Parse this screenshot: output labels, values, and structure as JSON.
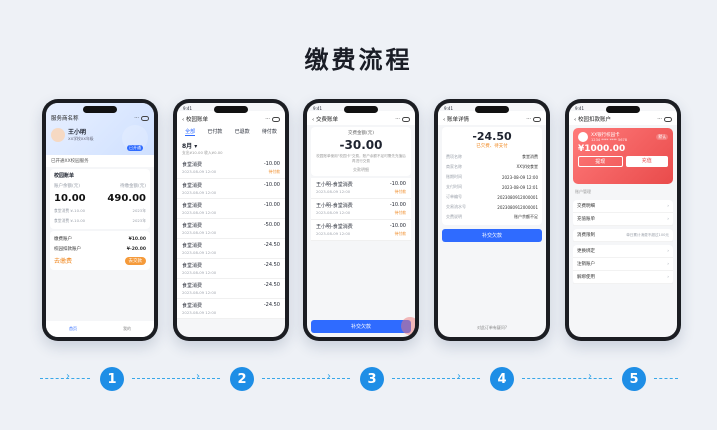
{
  "page_title": "缴费流程",
  "colors": {
    "accent": "#2f6bff",
    "step": "#1e8ee6",
    "warn": "#f08a24",
    "red": "#e94b4b"
  },
  "steps": [
    "1",
    "2",
    "3",
    "4",
    "5"
  ],
  "phone1": {
    "time": "",
    "title": "服务商名称",
    "user_name": "王小明",
    "user_sub": "XX学校XX年级",
    "badge": "已开通",
    "notice": "已开通XX校园服务",
    "section": "校园账单",
    "balance_label": "账户余额(元)",
    "balance": "10.00",
    "due_label": "待缴金额(元)",
    "due": "490.00",
    "lines": [
      {
        "l": "食堂消费 ¥-10.00",
        "r": "2023年"
      },
      {
        "l": "食堂消费 ¥-10.00",
        "r": "2023年"
      }
    ],
    "account_label": "缴费账户",
    "account_value": "¥10.00",
    "card_label": "校园扣款账户",
    "card_value": "¥-20.00",
    "link": "去缴费",
    "pay_btn": "去交款",
    "nav": [
      "首页",
      "我的"
    ]
  },
  "phone2": {
    "time": "9:41",
    "title": "校园账单",
    "tabs": [
      "全部",
      "已付款",
      "已退款",
      "待付款"
    ],
    "month": "8月",
    "summary": "支出¥10.00  收入¥0.00",
    "items": [
      {
        "name": "食堂消费",
        "amt": "-10.00",
        "sub": "2023-08-09 12:00",
        "tag": "待付款"
      },
      {
        "name": "食堂消费",
        "amt": "-10.00",
        "sub": "2023-08-09 12:00",
        "tag": ""
      },
      {
        "name": "食堂消费",
        "amt": "-10.00",
        "sub": "2023-08-09 12:00",
        "tag": ""
      },
      {
        "name": "食堂消费",
        "amt": "-50.00",
        "sub": "2023-08-09 12:00",
        "tag": ""
      },
      {
        "name": "食堂消费",
        "amt": "-24.50",
        "sub": "2023-08-09 12:00",
        "tag": ""
      },
      {
        "name": "食堂消费",
        "amt": "-24.50",
        "sub": "2023-08-09 12:00",
        "tag": ""
      },
      {
        "name": "食堂消费",
        "amt": "-24.50",
        "sub": "2023-08-09 12:00",
        "tag": ""
      },
      {
        "name": "食堂消费",
        "amt": "-24.50",
        "sub": "2023-08-09 12:00",
        "tag": ""
      }
    ]
  },
  "phone3": {
    "time": "9:41",
    "title": "交费账单",
    "amount_label": "交费金额(元)",
    "amount": "-30.00",
    "desc": "校园账单使用\"校园卡\"交费，账户余额不足时需先充值后再进行交费",
    "list_title": "交款明细",
    "items": [
      {
        "name": "王小明-食堂消费",
        "amt": "-10.00",
        "sub": "2023-08-09 12:00",
        "tag": "待付款"
      },
      {
        "name": "王小明-食堂消费",
        "amt": "-10.00",
        "sub": "2023-08-09 12:00",
        "tag": "待付款"
      },
      {
        "name": "王小明-食堂消费",
        "amt": "-10.00",
        "sub": "2023-08-09 12:00",
        "tag": "待付款"
      }
    ],
    "submit": "补交欠款"
  },
  "phone4": {
    "time": "9:41",
    "title": "账单详情",
    "amount": "-24.50",
    "status": "已欠费、待支付",
    "fields": [
      {
        "k": "费项名称",
        "v": "食堂消费"
      },
      {
        "k": "商家名称",
        "v": "XX学校食堂"
      },
      {
        "k": "账期时间",
        "v": "2023-08-09 12:00"
      },
      {
        "k": "支付时间",
        "v": "2023-08-09 12:01"
      },
      {
        "k": "订单编号",
        "v": "2023080912000001"
      },
      {
        "k": "交易流水号",
        "v": "2023080912000001"
      },
      {
        "k": "交费说明",
        "v": "账户余额不足"
      }
    ],
    "submit": "补交欠款",
    "footer": "对此订单有疑问?"
  },
  "phone5": {
    "time": "9:41",
    "title": "校园扣款账户",
    "bank": "XX银行校园卡",
    "card_no": "1234 **** **** 5678",
    "card_tag": "默认",
    "amount": "¥1000.00",
    "btn_left": "提现",
    "btn_right": "充值",
    "section": "账户管理",
    "menu1": [
      "交费明细",
      "充值账单"
    ],
    "menu2": [
      {
        "k": "消费限制",
        "v": "单日累计消费不超过100元"
      }
    ],
    "menu3": [
      "更换绑定",
      "注销账户",
      "解绑使用"
    ]
  }
}
